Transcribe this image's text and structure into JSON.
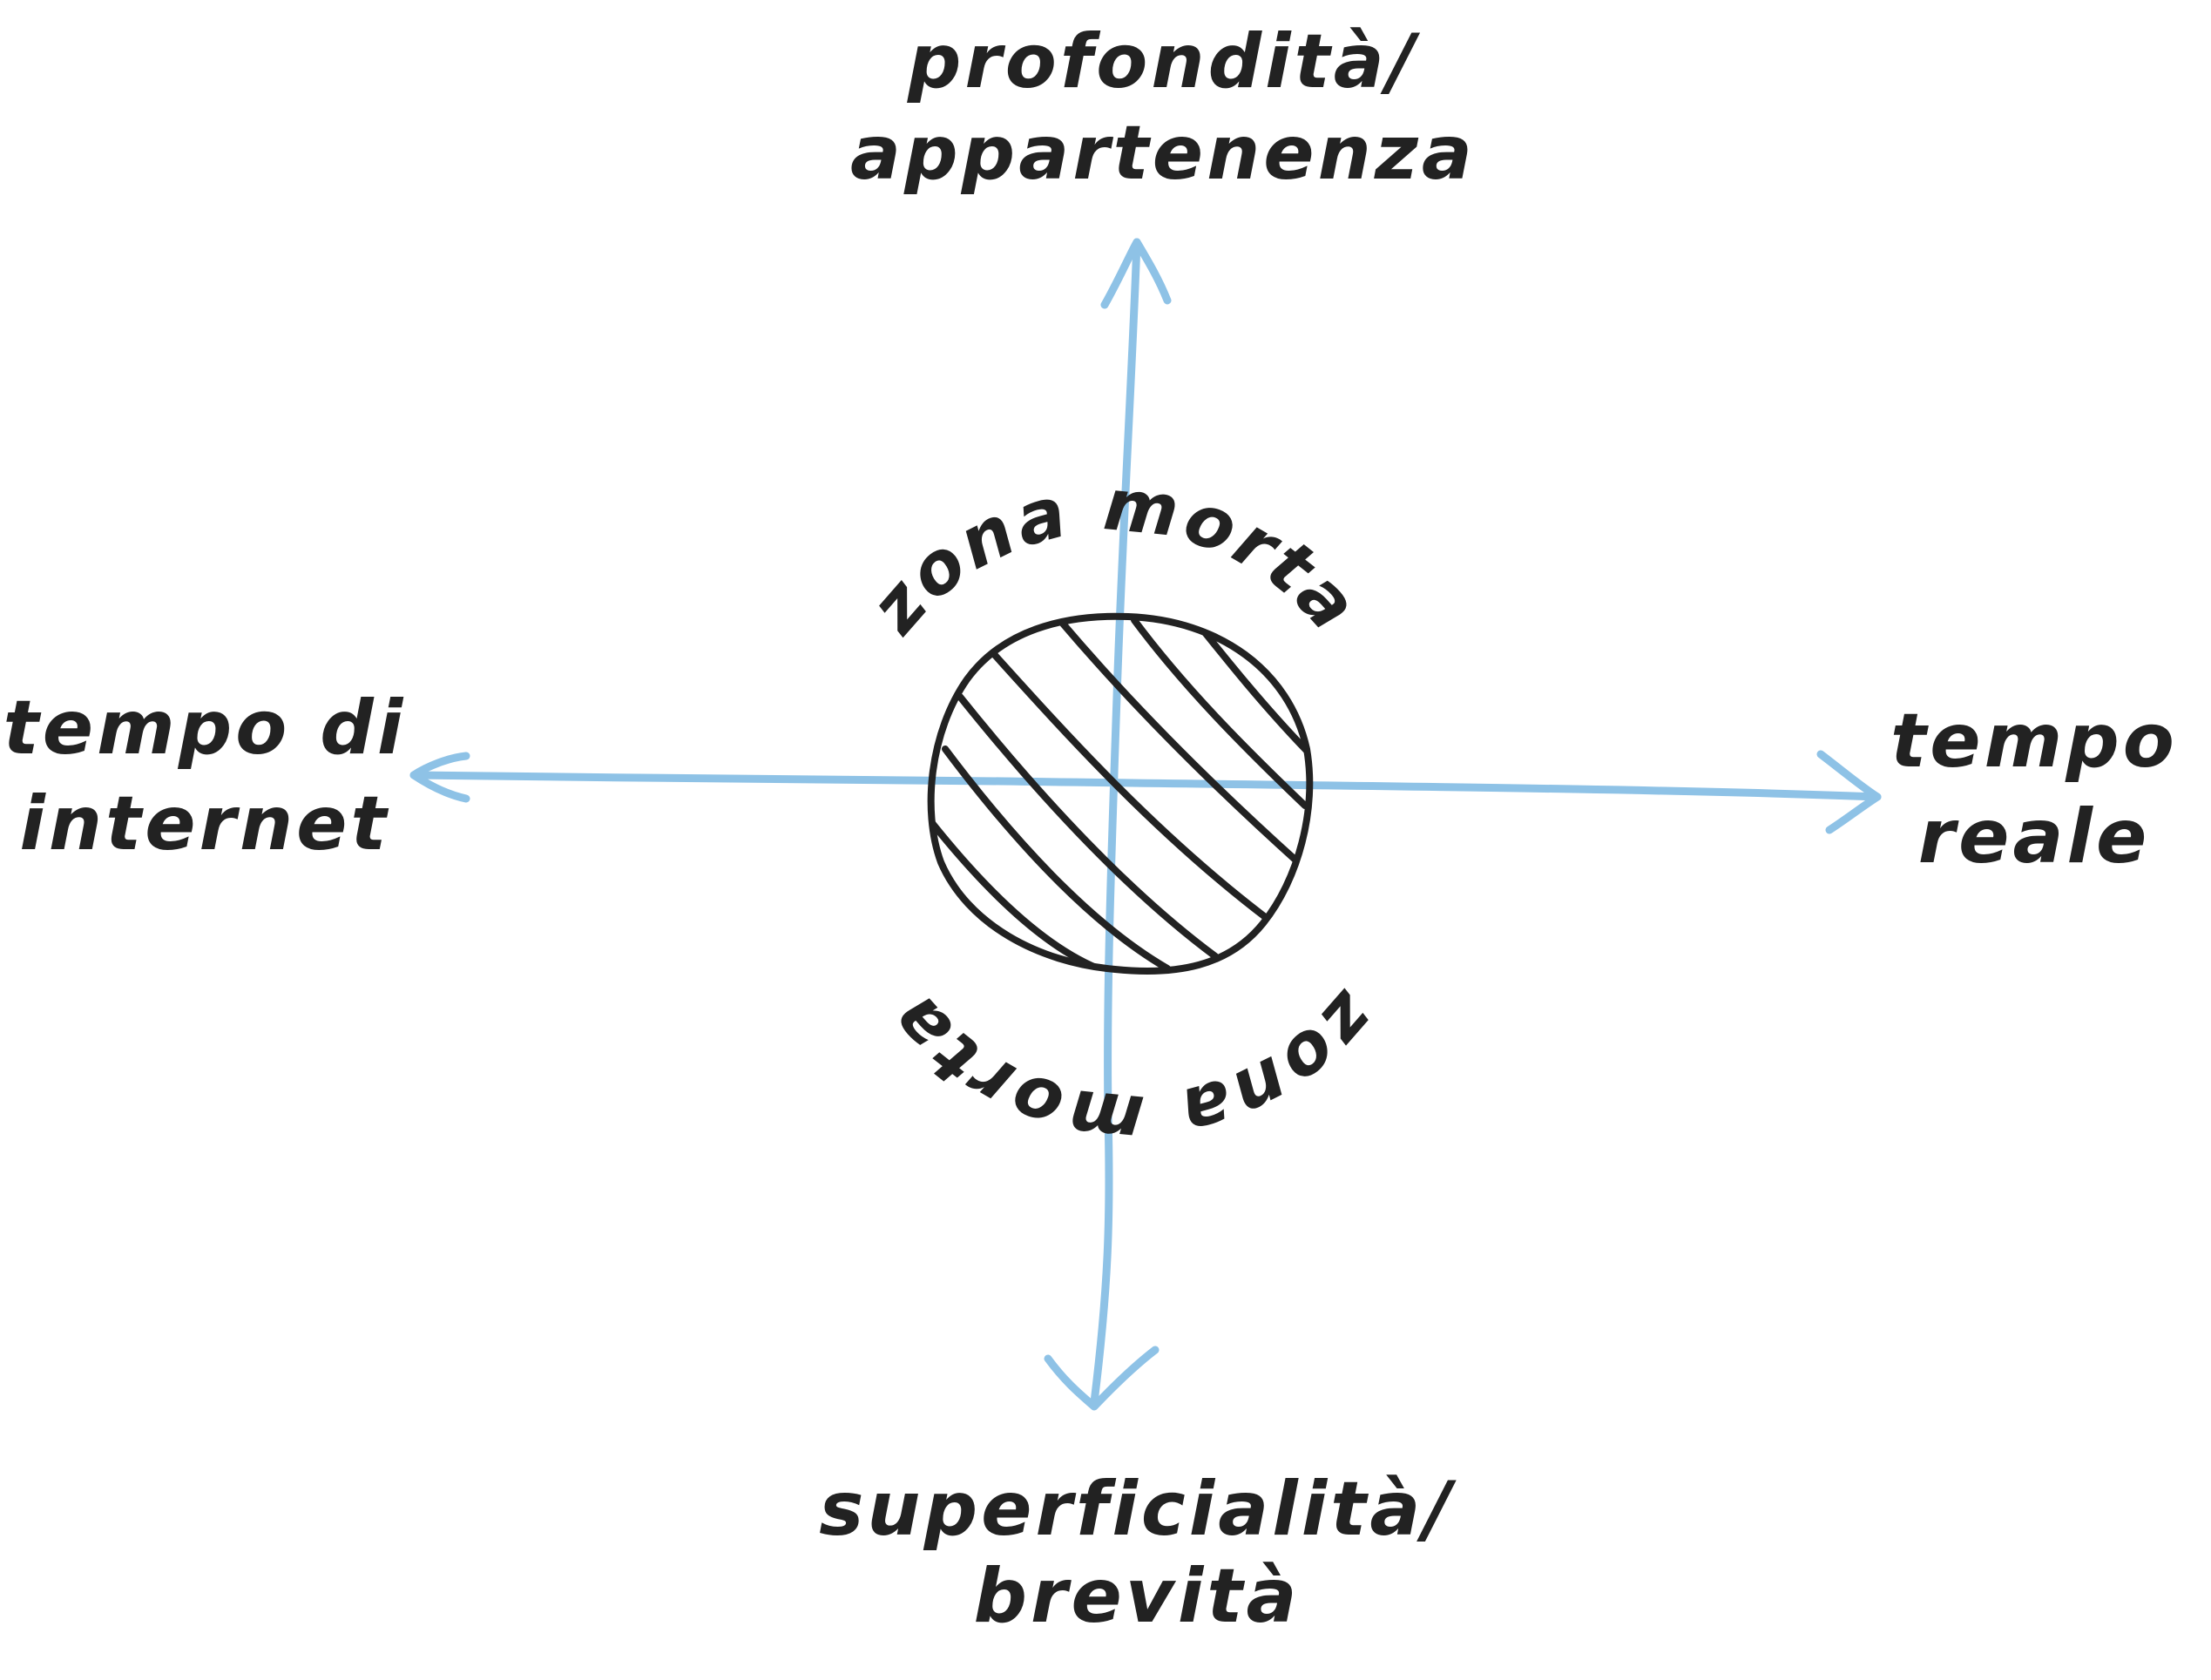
{
  "colors": {
    "axis": "#8ec2e6",
    "ink": "#222222",
    "background": "#ffffff"
  },
  "labels": {
    "top_line1": "profondità/",
    "top_line2": "appartenenza",
    "bottom_line1": "superficialità/",
    "bottom_line2": "brevità",
    "left_line1": "tempo di",
    "left_line2": "internet",
    "right_line1": "tempo",
    "right_line2": "reale",
    "center_top": "zona morta",
    "center_bottom": "zona morta"
  }
}
